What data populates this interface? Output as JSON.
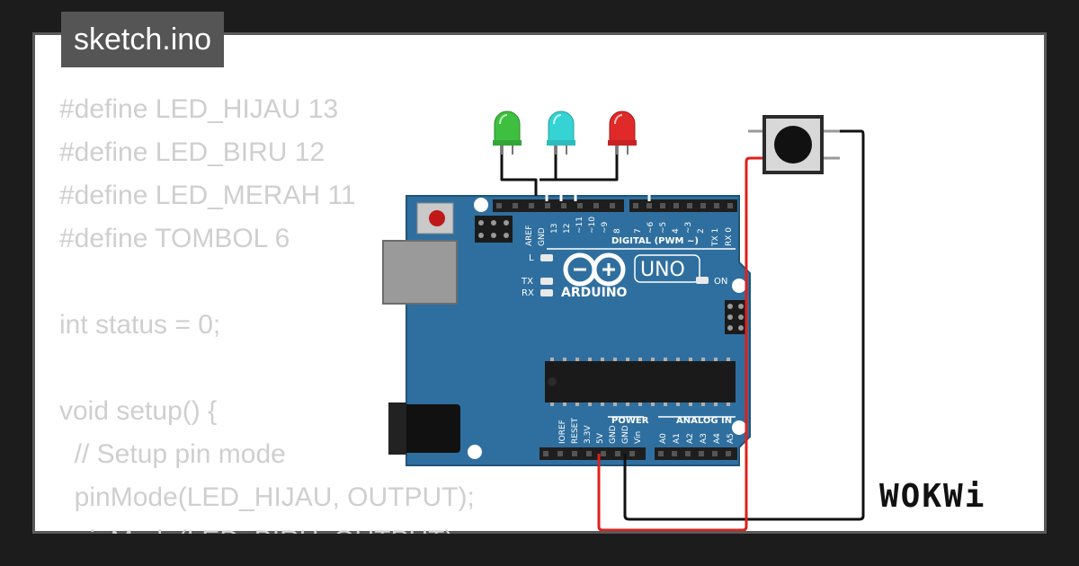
{
  "file_tab": {
    "label": "sketch.ino"
  },
  "code_lines": [
    "#define LED_HIJAU 13",
    "#define LED_BIRU 12",
    "#define LED_MERAH 11",
    "#define TOMBOL 6",
    "",
    "int status = 0;",
    "",
    "void setup() {",
    "  // Setup pin mode",
    "  pinMode(LED_HIJAU, OUTPUT);",
    "  pinMode(LED_BIRU, OUTPUT);"
  ],
  "board": {
    "brand": "ARDUINO",
    "model": "UNO",
    "digital_header_label": "DIGITAL (PWM ~)",
    "power_label": "POWER",
    "analog_label": "ANALOG IN",
    "on_label": "ON",
    "l_label": "L",
    "tx_label": "TX",
    "rx_label": "RX",
    "top_pins_left": [
      "AREF",
      "GND",
      "13",
      "12",
      "~11",
      "~10",
      "~9",
      "8"
    ],
    "top_pins_right": [
      "7",
      "~6",
      "~5",
      "4",
      "~3",
      "2",
      "TX 1",
      "RX 0"
    ],
    "bottom_power_pins": [
      "IOREF",
      "RESET",
      "3.3V",
      "5V",
      "GND",
      "GND",
      "Vin"
    ],
    "bottom_analog_pins": [
      "A0",
      "A1",
      "A2",
      "A3",
      "A4",
      "A5"
    ]
  },
  "leds": [
    {
      "name": "green",
      "color": "#3fbf3f"
    },
    {
      "name": "blue",
      "color": "#35d3d3"
    },
    {
      "name": "red",
      "color": "#e02a2a"
    }
  ],
  "wires": {
    "red": "#e0201b",
    "black": "#111111"
  },
  "colors": {
    "board": "#2f6f9f",
    "background": "#1c1c1c"
  },
  "logo": {
    "text": "WOKWi"
  }
}
